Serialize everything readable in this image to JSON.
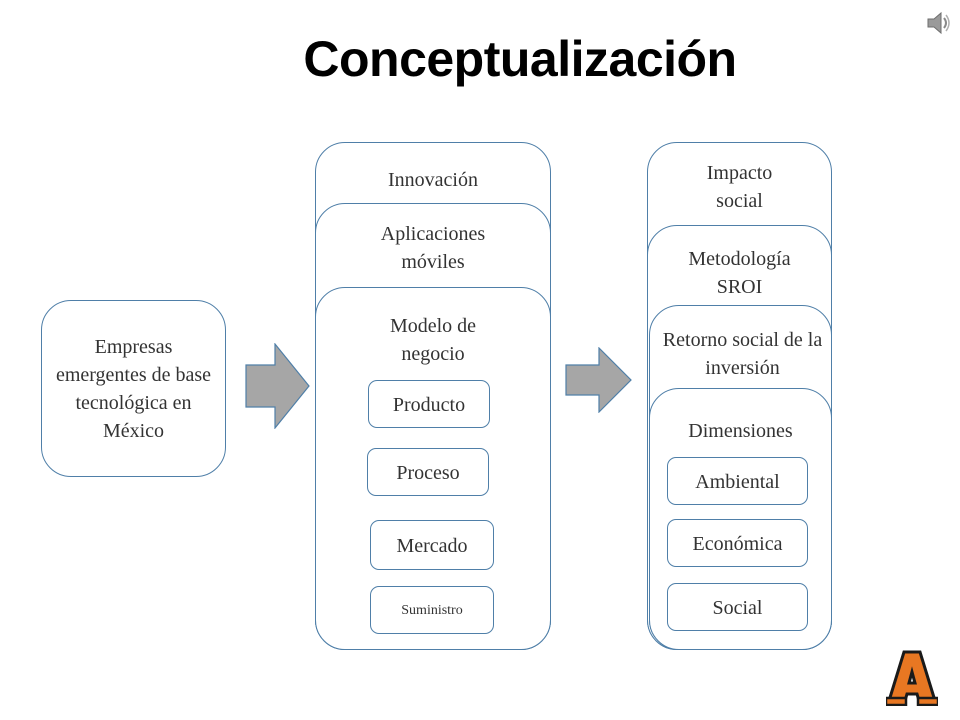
{
  "title": "Conceptualización",
  "source_box": "Empresas emergentes de base tecnológica en México",
  "middle_stack": {
    "cards": [
      "Innovación",
      "Aplicaciones móviles",
      "Modelo de negocio"
    ],
    "items": [
      "Producto",
      "Proceso",
      "Mercado",
      "Suministro"
    ]
  },
  "right_stack": {
    "cards": [
      "Impacto social",
      "Metodología SROI",
      "Retorno social de la inversión",
      "Dimensiones"
    ],
    "items": [
      "Ambiental",
      "Económica",
      "Social"
    ]
  },
  "icons": {
    "speaker": "speaker-icon",
    "logo": "letter-a-logo"
  },
  "colors": {
    "border": "#4f7fa8",
    "arrow_fill": "#a6a6a6",
    "logo_orange": "#e87722"
  }
}
